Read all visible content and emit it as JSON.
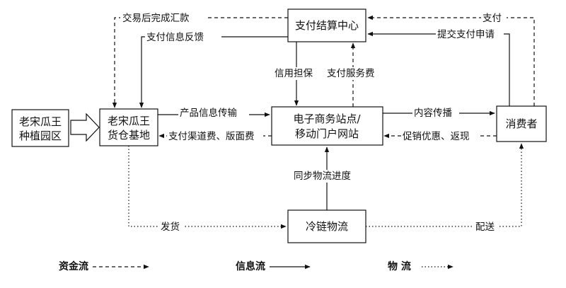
{
  "nodes": {
    "origin": [
      "老宋瓜王",
      "种植园区"
    ],
    "warehouse": [
      "老宋瓜王",
      "货仓基地"
    ],
    "payment_center": [
      "支付结算中心"
    ],
    "ecommerce": [
      "电子商务站点/",
      "移动门户网站"
    ],
    "consumer": [
      "消费者"
    ],
    "logistics": [
      "冷链物流"
    ]
  },
  "edges": {
    "settlement": "交易后完成汇款",
    "payment_feedback": "支付信息反馈",
    "credit_guarantee": "信用担保",
    "payment_service_fee": "支付服务费",
    "product_info": "产品信息传输",
    "channel_fee": "支付渠道费、版面费",
    "content_spread": "内容传播",
    "promotions": "促销优惠、返现",
    "pay": "支付",
    "submit_payment": "提交支付申请",
    "logistics_progress": "同步物流进度",
    "ship": "发货",
    "deliver": "配送"
  },
  "legend": {
    "fund_flow": "资金流",
    "info_flow": "信息流",
    "goods_flow": "物  流"
  }
}
